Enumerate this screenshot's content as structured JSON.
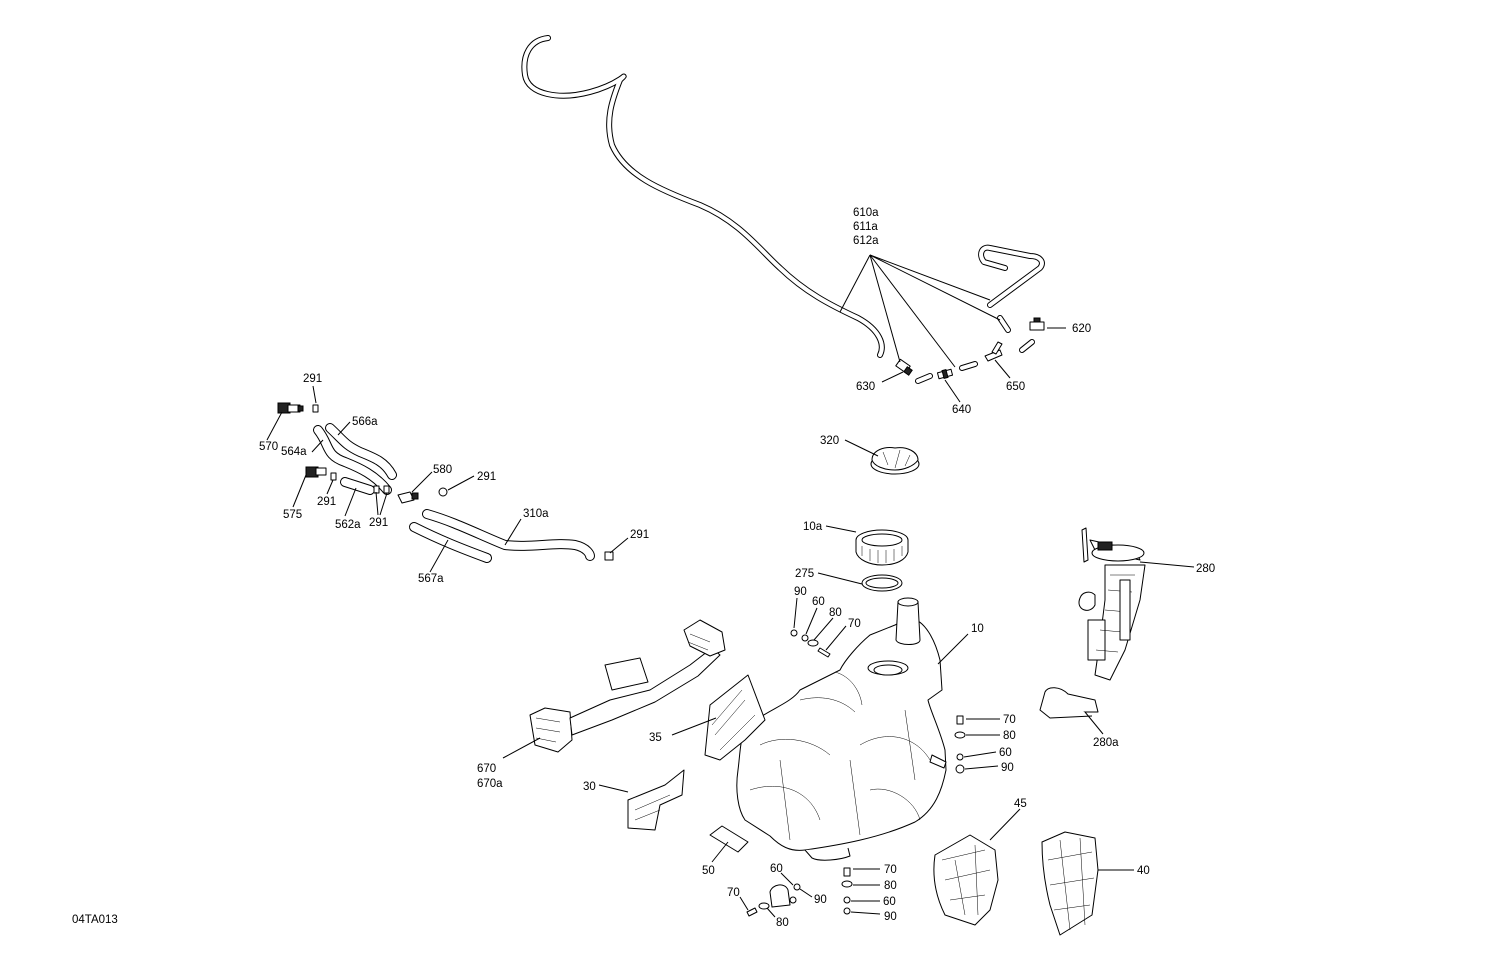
{
  "diagram": {
    "drawing_code": "04TA013",
    "callouts": {
      "c_610a": [
        "610a",
        "611a",
        "612a"
      ],
      "c_620": "620",
      "c_630": "630",
      "c_640": "640",
      "c_650": "650",
      "c_320": "320",
      "c_291_a": "291",
      "c_570": "570",
      "c_564a": "564a",
      "c_566a": "566a",
      "c_580": "580",
      "c_291_b": "291",
      "c_575": "575",
      "c_291_c": "291",
      "c_562a": "562a",
      "c_291_d": "291",
      "c_310a": "310a",
      "c_291_e": "291",
      "c_567a": "567a",
      "c_10a": "10a",
      "c_275": "275",
      "c_90_a": "90",
      "c_60_a": "60",
      "c_80_a": "80",
      "c_70_a": "70",
      "c_10": "10",
      "c_280": "280",
      "c_280a": "280a",
      "c_70_b": "70",
      "c_80_b": "80",
      "c_60_b": "60",
      "c_90_b": "90",
      "c_35": "35",
      "c_670": [
        "670",
        "670a"
      ],
      "c_30": "30",
      "c_45": "45",
      "c_40": "40",
      "c_50": "50",
      "c_60_c": "60",
      "c_90_c": "90",
      "c_70_c": "70",
      "c_80_c": "80",
      "c_70_d": "70",
      "c_80_d": "80",
      "c_60_d": "60",
      "c_90_d": "90"
    }
  }
}
